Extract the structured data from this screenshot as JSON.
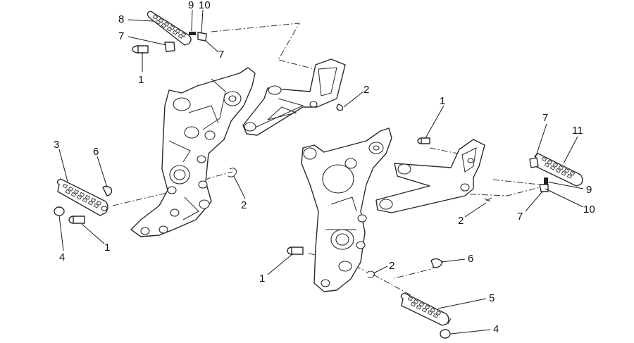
{
  "diagram": {
    "callouts": [
      {
        "id": "c8",
        "text": "8"
      },
      {
        "id": "c9a",
        "text": "9"
      },
      {
        "id": "c10a",
        "text": "10"
      },
      {
        "id": "c7a",
        "text": "7"
      },
      {
        "id": "c7b",
        "text": "7"
      },
      {
        "id": "c1a",
        "text": "1"
      },
      {
        "id": "c2a",
        "text": "2"
      },
      {
        "id": "c1b",
        "text": "1"
      },
      {
        "id": "c7c",
        "text": "7"
      },
      {
        "id": "c11",
        "text": "11"
      },
      {
        "id": "c3",
        "text": "3"
      },
      {
        "id": "c6a",
        "text": "6"
      },
      {
        "id": "c2b",
        "text": "2"
      },
      {
        "id": "c9b",
        "text": "9"
      },
      {
        "id": "c10b",
        "text": "10"
      },
      {
        "id": "c7d",
        "text": "7"
      },
      {
        "id": "c2c",
        "text": "2"
      },
      {
        "id": "c4a",
        "text": "4"
      },
      {
        "id": "c1c",
        "text": "1"
      },
      {
        "id": "c6b",
        "text": "6"
      },
      {
        "id": "c2d",
        "text": "2"
      },
      {
        "id": "c1d",
        "text": "1"
      },
      {
        "id": "c5",
        "text": "5"
      },
      {
        "id": "c4b",
        "text": "4"
      }
    ]
  }
}
